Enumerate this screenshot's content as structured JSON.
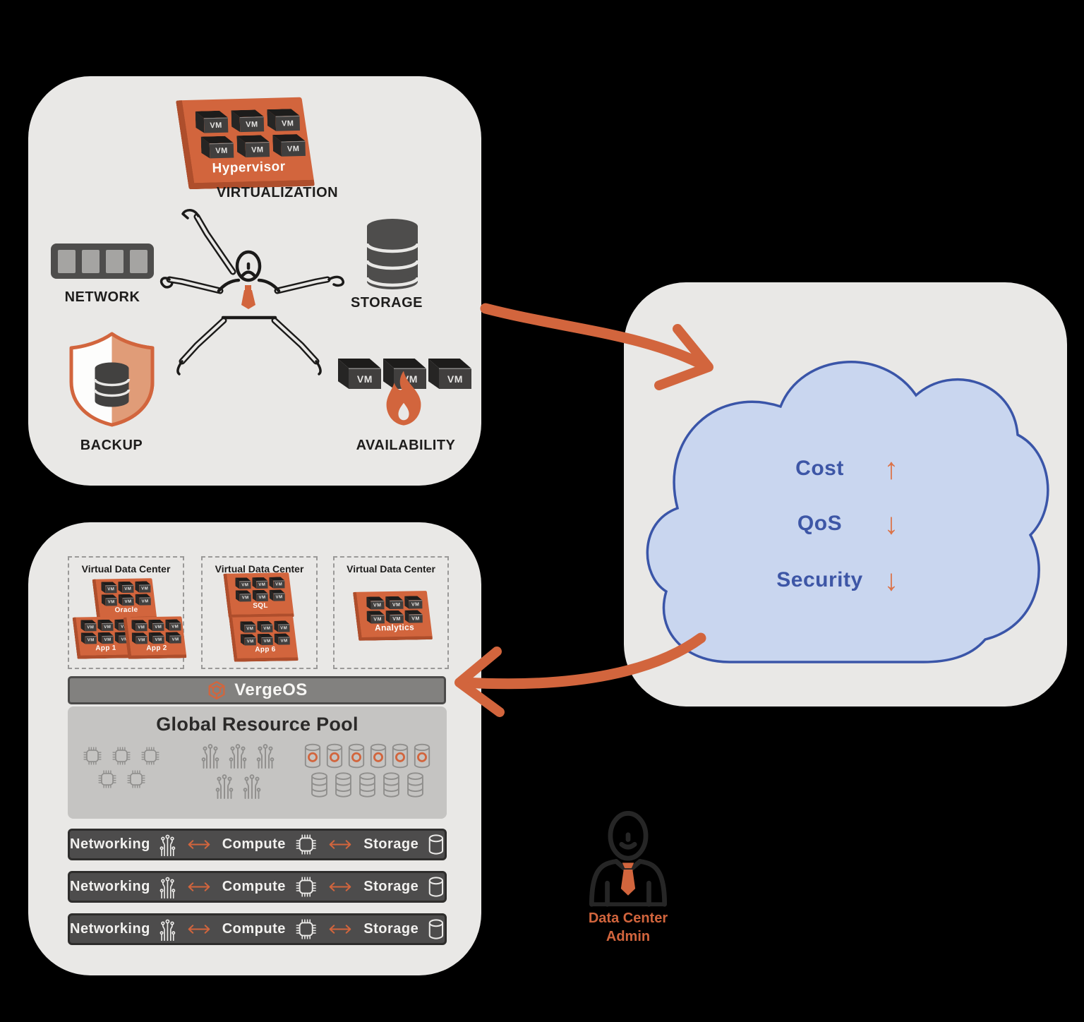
{
  "vm_label": "VM",
  "colors": {
    "accent_orange": "#D2653D",
    "panel_bg": "#E9E8E6",
    "cloud_fill": "#C9D6EF",
    "cloud_border": "#3A55A8",
    "cloud_text": "#3D56A6",
    "dark_bar": "#4D4C4C",
    "pool_bg": "#C5C4C2",
    "vergeos_bar": "#82817F"
  },
  "legacy_panel": {
    "hypervisor_label": "Hypervisor",
    "virtualization_label": "VIRTUALIZATION",
    "network_label": "NETWORK",
    "storage_label": "STORAGE",
    "backup_label": "BACKUP",
    "availability_label": "AVAILABILITY"
  },
  "cloud_panel": {
    "items": [
      {
        "label": "Cost",
        "arrow": "↑",
        "direction": "up"
      },
      {
        "label": "QoS",
        "arrow": "↓",
        "direction": "down"
      },
      {
        "label": "Security",
        "arrow": "↓",
        "direction": "down"
      }
    ]
  },
  "vergeos_panel": {
    "vdcs": [
      {
        "title": "Virtual Data Center",
        "slabs": [
          "Oracle",
          "App 1",
          "App 2"
        ]
      },
      {
        "title": "Virtual Data Center",
        "slabs": [
          "SQL",
          "App 6"
        ]
      },
      {
        "title": "Virtual Data Center",
        "slabs": [
          "Analytics"
        ]
      }
    ],
    "vergeos_label": "VergeOS",
    "pool_title": "Global Resource Pool",
    "node_rows": [
      {
        "networking": "Networking",
        "compute": "Compute",
        "storage": "Storage"
      },
      {
        "networking": "Networking",
        "compute": "Compute",
        "storage": "Storage"
      },
      {
        "networking": "Networking",
        "compute": "Compute",
        "storage": "Storage"
      }
    ]
  },
  "admin": {
    "line1": "Data Center",
    "line2": "Admin"
  }
}
